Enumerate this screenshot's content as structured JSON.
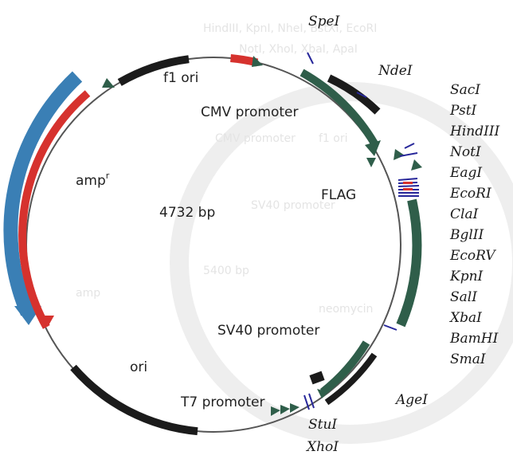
{
  "plasmid": {
    "size_label": "4732 bp"
  },
  "features": {
    "f1_ori": "f1 ori",
    "cmv_promoter": "CMV promoter",
    "flag": "FLAG",
    "amp_main": "amp",
    "amp_sup": "r",
    "sv40_promoter": "SV40 promoter",
    "ori": "ori",
    "t7_promoter": "T7 promoter"
  },
  "sites": {
    "spe": "SpeI",
    "nde": "NdeI",
    "age": "AgeI",
    "stu": "StuI",
    "xho_bottom": "XhoI",
    "mcs": [
      "SacI",
      "PstI",
      "HindIII",
      "NotI",
      "EagI",
      "EcoRI",
      "ClaI",
      "BglII",
      "EcoRV",
      "KpnI",
      "SalI",
      "XbaI",
      "BamHI",
      "SmaI"
    ]
  },
  "background_ghost": {
    "line1": "HindIII, KpnI, NheI, BstXI, EcoRI",
    "line2": "NotI, XhoI, XbaI, ApaI",
    "cmv": "CMV promoter",
    "f1": "f1 ori",
    "sv40": "SV40 promoter",
    "bp": "5400 bp",
    "neo": "neomycin",
    "amp": "amp"
  },
  "colors": {
    "backbone": "#555555",
    "amp_blue": "#3a7fb5",
    "amp_red": "#d6322e",
    "green": "#2f5e4a",
    "black_feature": "#1b1b1b",
    "site_line": "#27279a",
    "ghost": "#e6e6e6"
  }
}
